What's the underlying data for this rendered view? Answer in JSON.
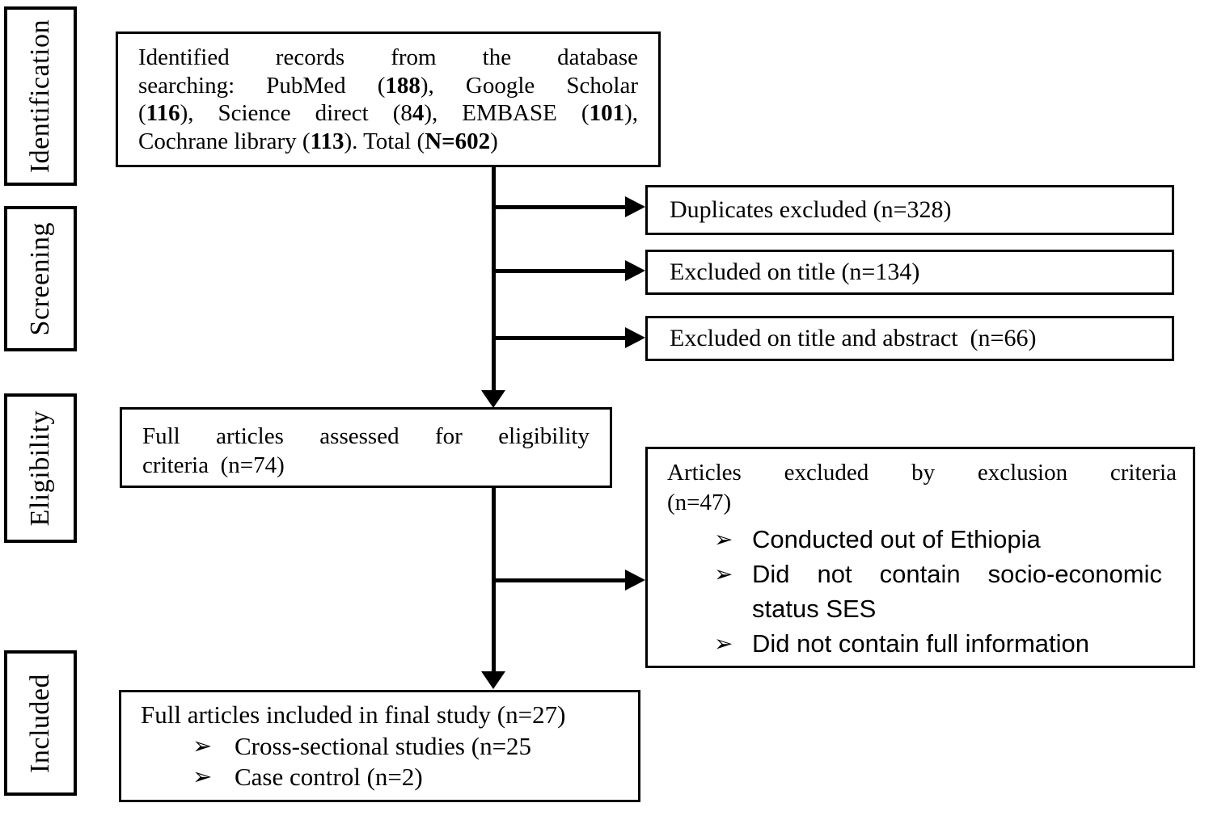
{
  "stage_rail": {
    "items": [
      {
        "label": "Identification"
      },
      {
        "label": "Screening"
      },
      {
        "label": "Eligibility"
      },
      {
        "label": "Included"
      }
    ]
  },
  "identified_box": {
    "lines": [
      [
        {
          "t": "Identified records from the database"
        }
      ],
      [
        {
          "t": "searching: PubMed ("
        },
        {
          "t": "188",
          "b": true
        },
        {
          "t": "), Google Scholar"
        }
      ],
      [
        {
          "t": "("
        },
        {
          "t": "116",
          "b": true
        },
        {
          "t": "), Science direct (8"
        },
        {
          "t": "4",
          "b": true
        },
        {
          "t": "), EMBASE ("
        },
        {
          "t": "101",
          "b": true
        },
        {
          "t": "),"
        }
      ],
      [
        {
          "t": "Cochrane library ("
        },
        {
          "t": "113",
          "b": true
        },
        {
          "t": "). Total ("
        },
        {
          "t": "N=602",
          "b": true
        },
        {
          "t": ")"
        }
      ]
    ]
  },
  "screening_boxes": [
    {
      "label": "Duplicates excluded (n=328)"
    },
    {
      "label": "Excluded on title (n=134)"
    },
    {
      "label": "Excluded on title and abstract  (n=66)"
    }
  ],
  "eligibility_box": {
    "line1": "Full articles assessed for eligibility",
    "line2": "criteria  (n=74)"
  },
  "excluded_box": {
    "line1": "Articles excluded by exclusion criteria",
    "line2": "(n=47)",
    "bullet_glyph": "➢",
    "items": [
      [
        "Conducted out of Ethiopia"
      ],
      [
        "Did not contain socio-economic",
        "status SES"
      ],
      [
        "Did not contain full information"
      ]
    ]
  },
  "included_box": {
    "title": "Full articles included in final study (n=27)",
    "bullet_glyph": "➢",
    "items": [
      "Cross-sectional studies (n=25",
      "Case control (n=2)"
    ]
  },
  "colors": {
    "line": "#000000",
    "background": "#ffffff",
    "text": "#000000"
  }
}
